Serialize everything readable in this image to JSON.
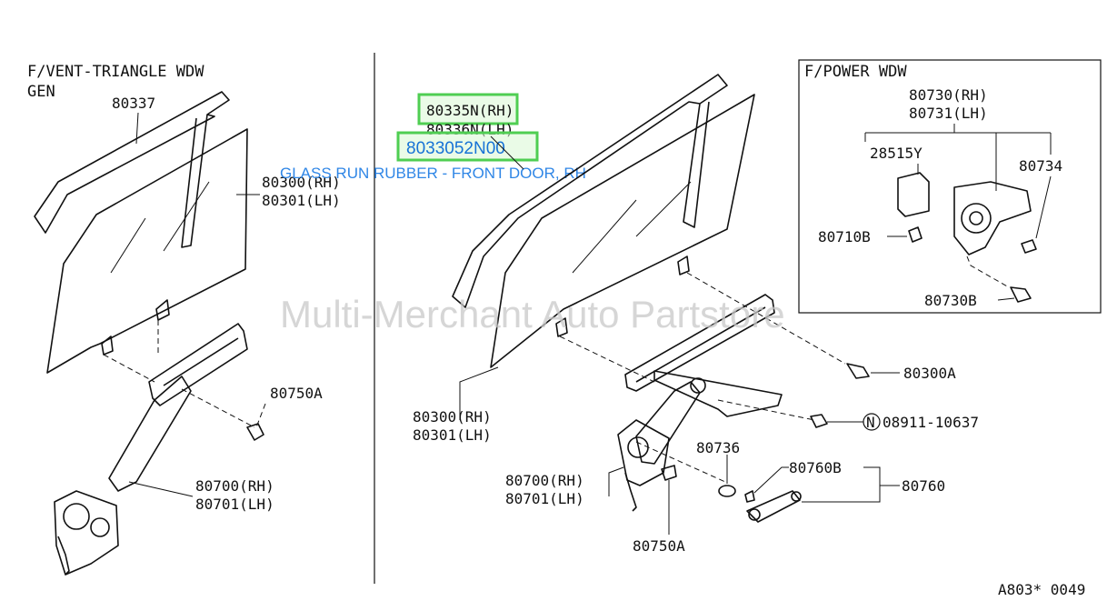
{
  "left_panel": {
    "title_line1": "F/VENT-TRIANGLE WDW",
    "title_line2": "GEN",
    "labels": {
      "l80337": "80337",
      "l80300rh": "80300(RH)",
      "l80301lh": "80301(LH)",
      "l80750a": "80750A",
      "l80700rh": "80700(RH)",
      "l80701lh": "80701(LH)"
    }
  },
  "center_panel": {
    "highlight_label_1": "80335N(RH)",
    "sub_label": "80336N(LH)",
    "highlight_label_2": "8033052N00",
    "description": "GLASS RUN RUBBER - FRONT DOOR, RH",
    "labels": {
      "l80300rh": "80300(RH)",
      "l80301lh": "80301(LH)",
      "l80700rh": "80700(RH)",
      "l80701lh": "80701(LH)",
      "l80750a": "80750A",
      "l80736": "80736",
      "l80760b": "80760B",
      "l80760": "80760",
      "l80300a": "80300A",
      "l08911": "08911-10637",
      "circle_n": "N"
    }
  },
  "inset_panel": {
    "title": "F/POWER WDW",
    "labels": {
      "l80730rh": "80730(RH)",
      "l80731lh": "80731(LH)",
      "l28515y": "28515Y",
      "l80734": "80734",
      "l80710b": "80710B",
      "l80730b": "80730B"
    }
  },
  "watermark": "Multi-Merchant Auto Partstore",
  "figure_code": "A803* 0049",
  "colors": {
    "highlight_fill": "#d9f7d4",
    "highlight_border": "#4fce52",
    "highlight_text": "#1773d6",
    "description_text": "#2f86e6"
  }
}
